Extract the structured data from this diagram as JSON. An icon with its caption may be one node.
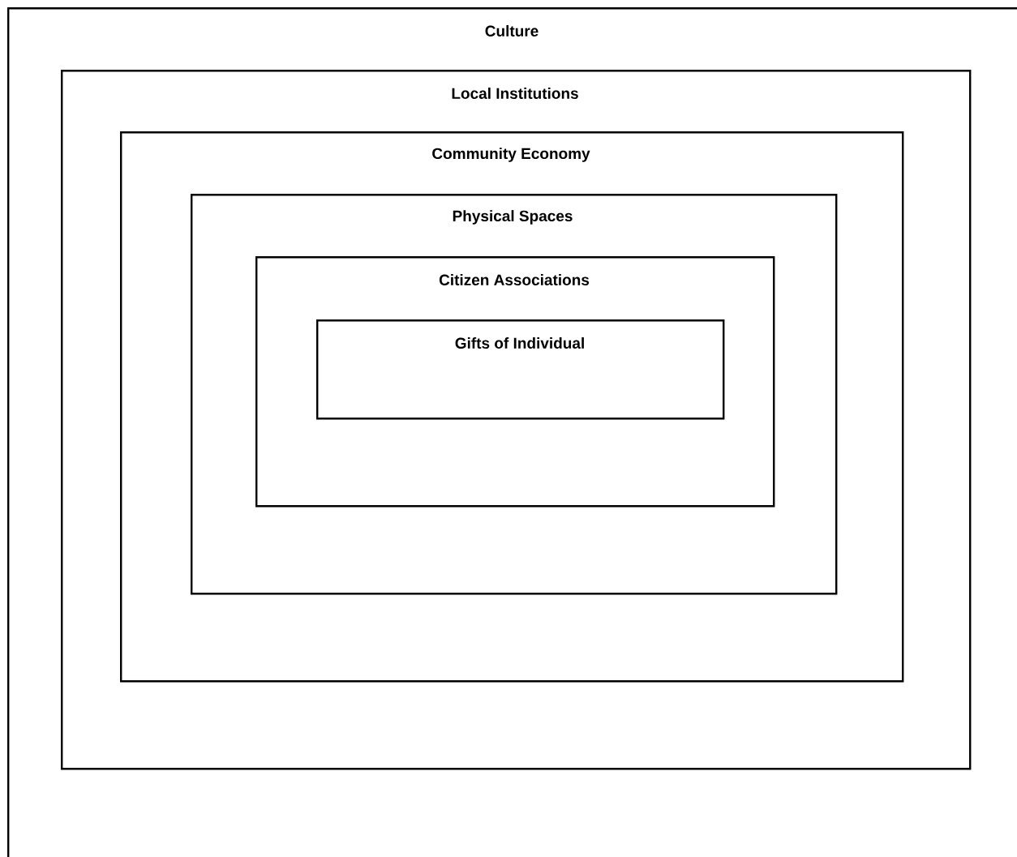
{
  "diagram": {
    "nodes": [
      {
        "text": [
          "Culture"
        ]
      },
      {
        "text": [
          "Local Institutions"
        ],
        "in": 0
      },
      {
        "text": [
          "Community Economy"
        ],
        "in": 1
      },
      {
        "text": [
          "Physical Spaces"
        ],
        "in": 2
      },
      {
        "text": [
          "Citizen Associations"
        ],
        "in": 3
      },
      {
        "text": [
          "Gifts of Individual"
        ],
        "in": 4
      }
    ]
  }
}
